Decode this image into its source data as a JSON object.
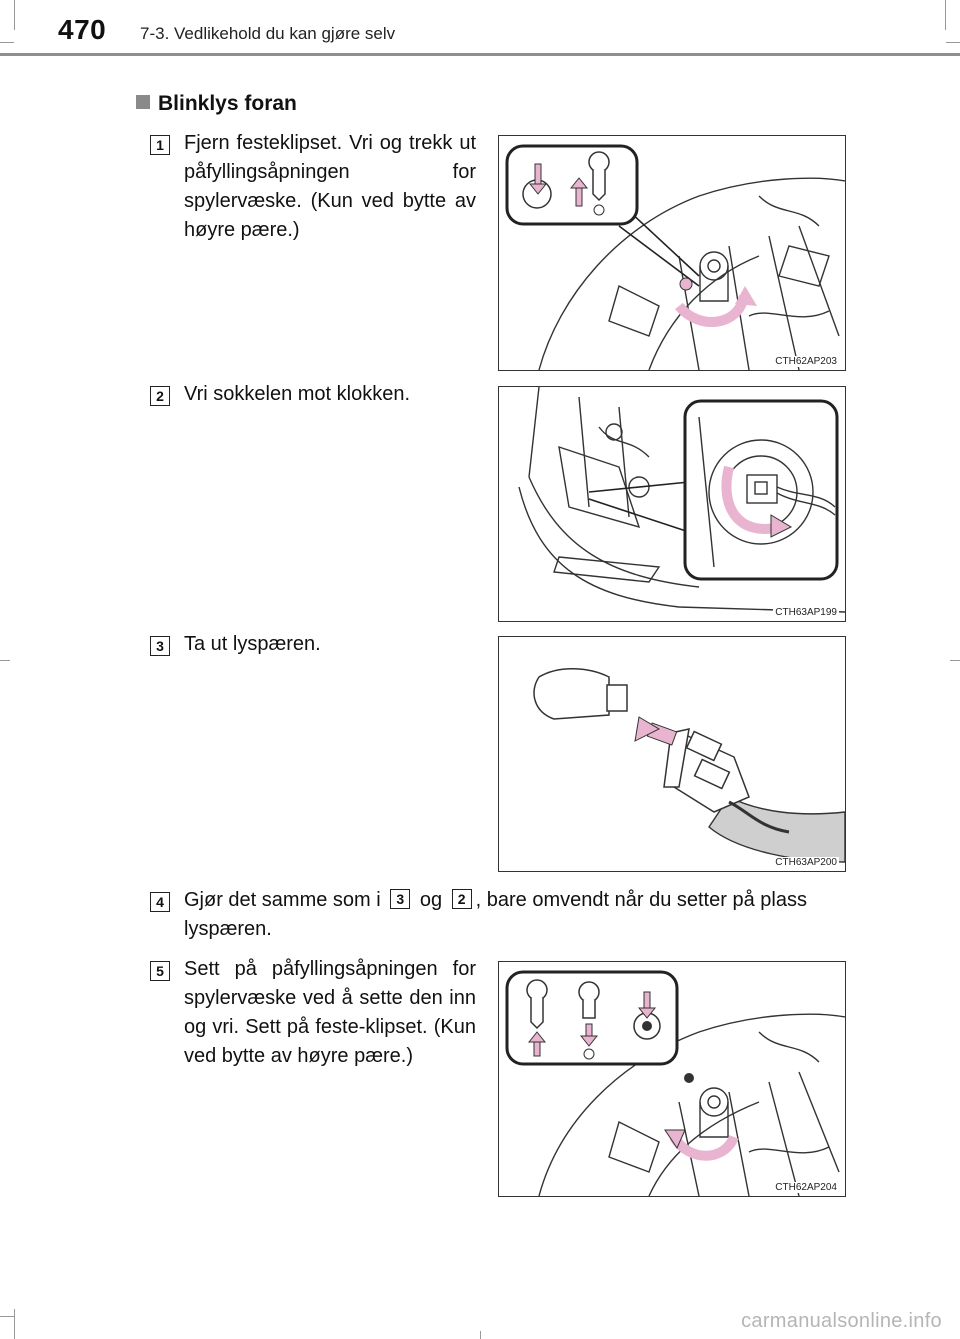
{
  "header": {
    "page_number": "470",
    "section": "7-3. Vedlikehold du kan gjøre selv"
  },
  "section_title": "Blinklys foran",
  "steps": [
    {
      "num": "1",
      "text": "Fjern festeklipset. Vri og trekk ut påfyllingsåpningen for spylervæske. (Kun ved bytte av høyre pære.)"
    },
    {
      "num": "2",
      "text": "Vri sokkelen mot klokken."
    },
    {
      "num": "3",
      "text": "Ta ut lyspæren."
    },
    {
      "num": "4",
      "text_a": "Gjør det samme som i",
      "ref_a": "3",
      "text_b": "og",
      "ref_b": "2",
      "text_c": ", bare omvendt når du setter på plass lyspæren."
    },
    {
      "num": "5",
      "text": "Sett på påfyllingsåpningen for spylervæske ved å sette den inn og vri. Sett på feste-klipset. (Kun ved bytte av høyre pære.)"
    }
  ],
  "figures": [
    {
      "code": "CTH62AP203",
      "icon": "washer-inlet-removal-illustration"
    },
    {
      "code": "CTH63AP199",
      "icon": "socket-rotate-illustration"
    },
    {
      "code": "CTH63AP200",
      "icon": "bulb-removal-illustration"
    },
    {
      "code": "CTH62AP204",
      "icon": "washer-inlet-install-illustration"
    }
  ],
  "colors": {
    "accent_arrow": "#e8b4cf",
    "rule": "#8f8f8f"
  },
  "footer": {
    "watermark": "carmanualsonline.info"
  }
}
